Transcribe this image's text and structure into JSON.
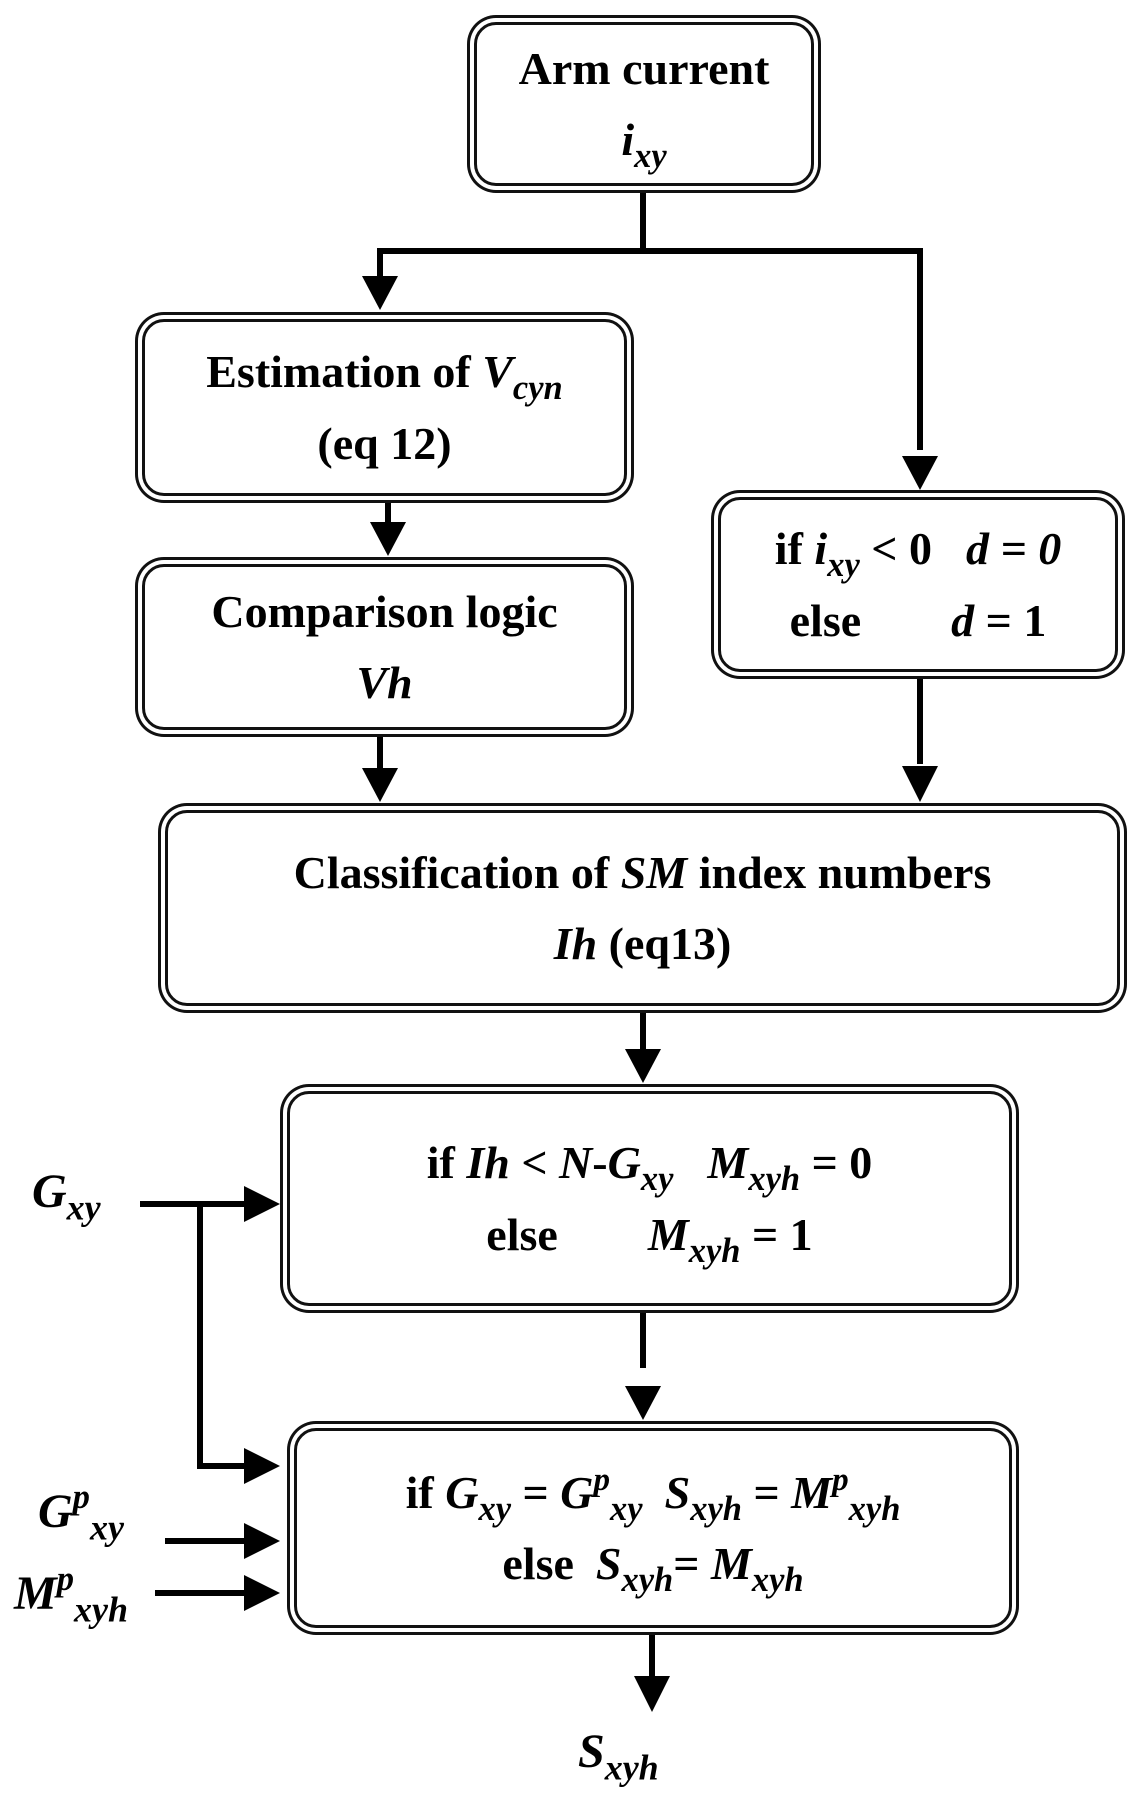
{
  "boxes": {
    "arm_current": {
      "title": "Arm current",
      "var": "i",
      "var_sub": "xy"
    },
    "estimation": {
      "title_prefix": "Estimation of ",
      "var": "V",
      "var_sub": "cyn",
      "ref": "(eq 12)"
    },
    "comparison": {
      "title": "Comparison logic",
      "var": "Vh"
    },
    "direction": {
      "if_word": "if ",
      "var": "i",
      "var_sub": "xy",
      "cond": " < 0",
      "d_var": "d",
      "then_val": " = 0",
      "else_word": "else",
      "else_val": " = 1"
    },
    "classification": {
      "title_prefix": "Classification of ",
      "title_var": "SM",
      "title_suffix": " index numbers",
      "var": "Ih",
      "ref": " (eq13)"
    },
    "mcheck": {
      "if_word": "if ",
      "ih": "Ih",
      "lt": " < ",
      "n": "N",
      "minus": "-",
      "g": "G",
      "g_sub": "xy",
      "m": "M",
      "m_sub": "xyh",
      "then_val": " = 0",
      "else_word": "else",
      "else_val": " = 1"
    },
    "select": {
      "if_word": "if ",
      "g": "G",
      "g_sub": "xy",
      "eq": " = ",
      "gp": "G",
      "gp_sup": "p",
      "gp_sub": "xy",
      "s": "S",
      "s_sub": "xyh",
      "eq2": " = ",
      "mp": "M",
      "mp_sup": "p",
      "mp_sub": "xyh",
      "else_word": "else",
      "s2": "S",
      "s2_sub": "xyh",
      "eq3": "= ",
      "m2": "M",
      "m2_sub": "xyh"
    }
  },
  "inputs": {
    "g": {
      "var": "G",
      "sub": "xy"
    },
    "gp": {
      "var": "G",
      "sup": "p",
      "sub": "xy"
    },
    "mp": {
      "var": "M",
      "sup": "p",
      "sub": "xyh"
    }
  },
  "output": {
    "var": "S",
    "sub": "xyh"
  }
}
